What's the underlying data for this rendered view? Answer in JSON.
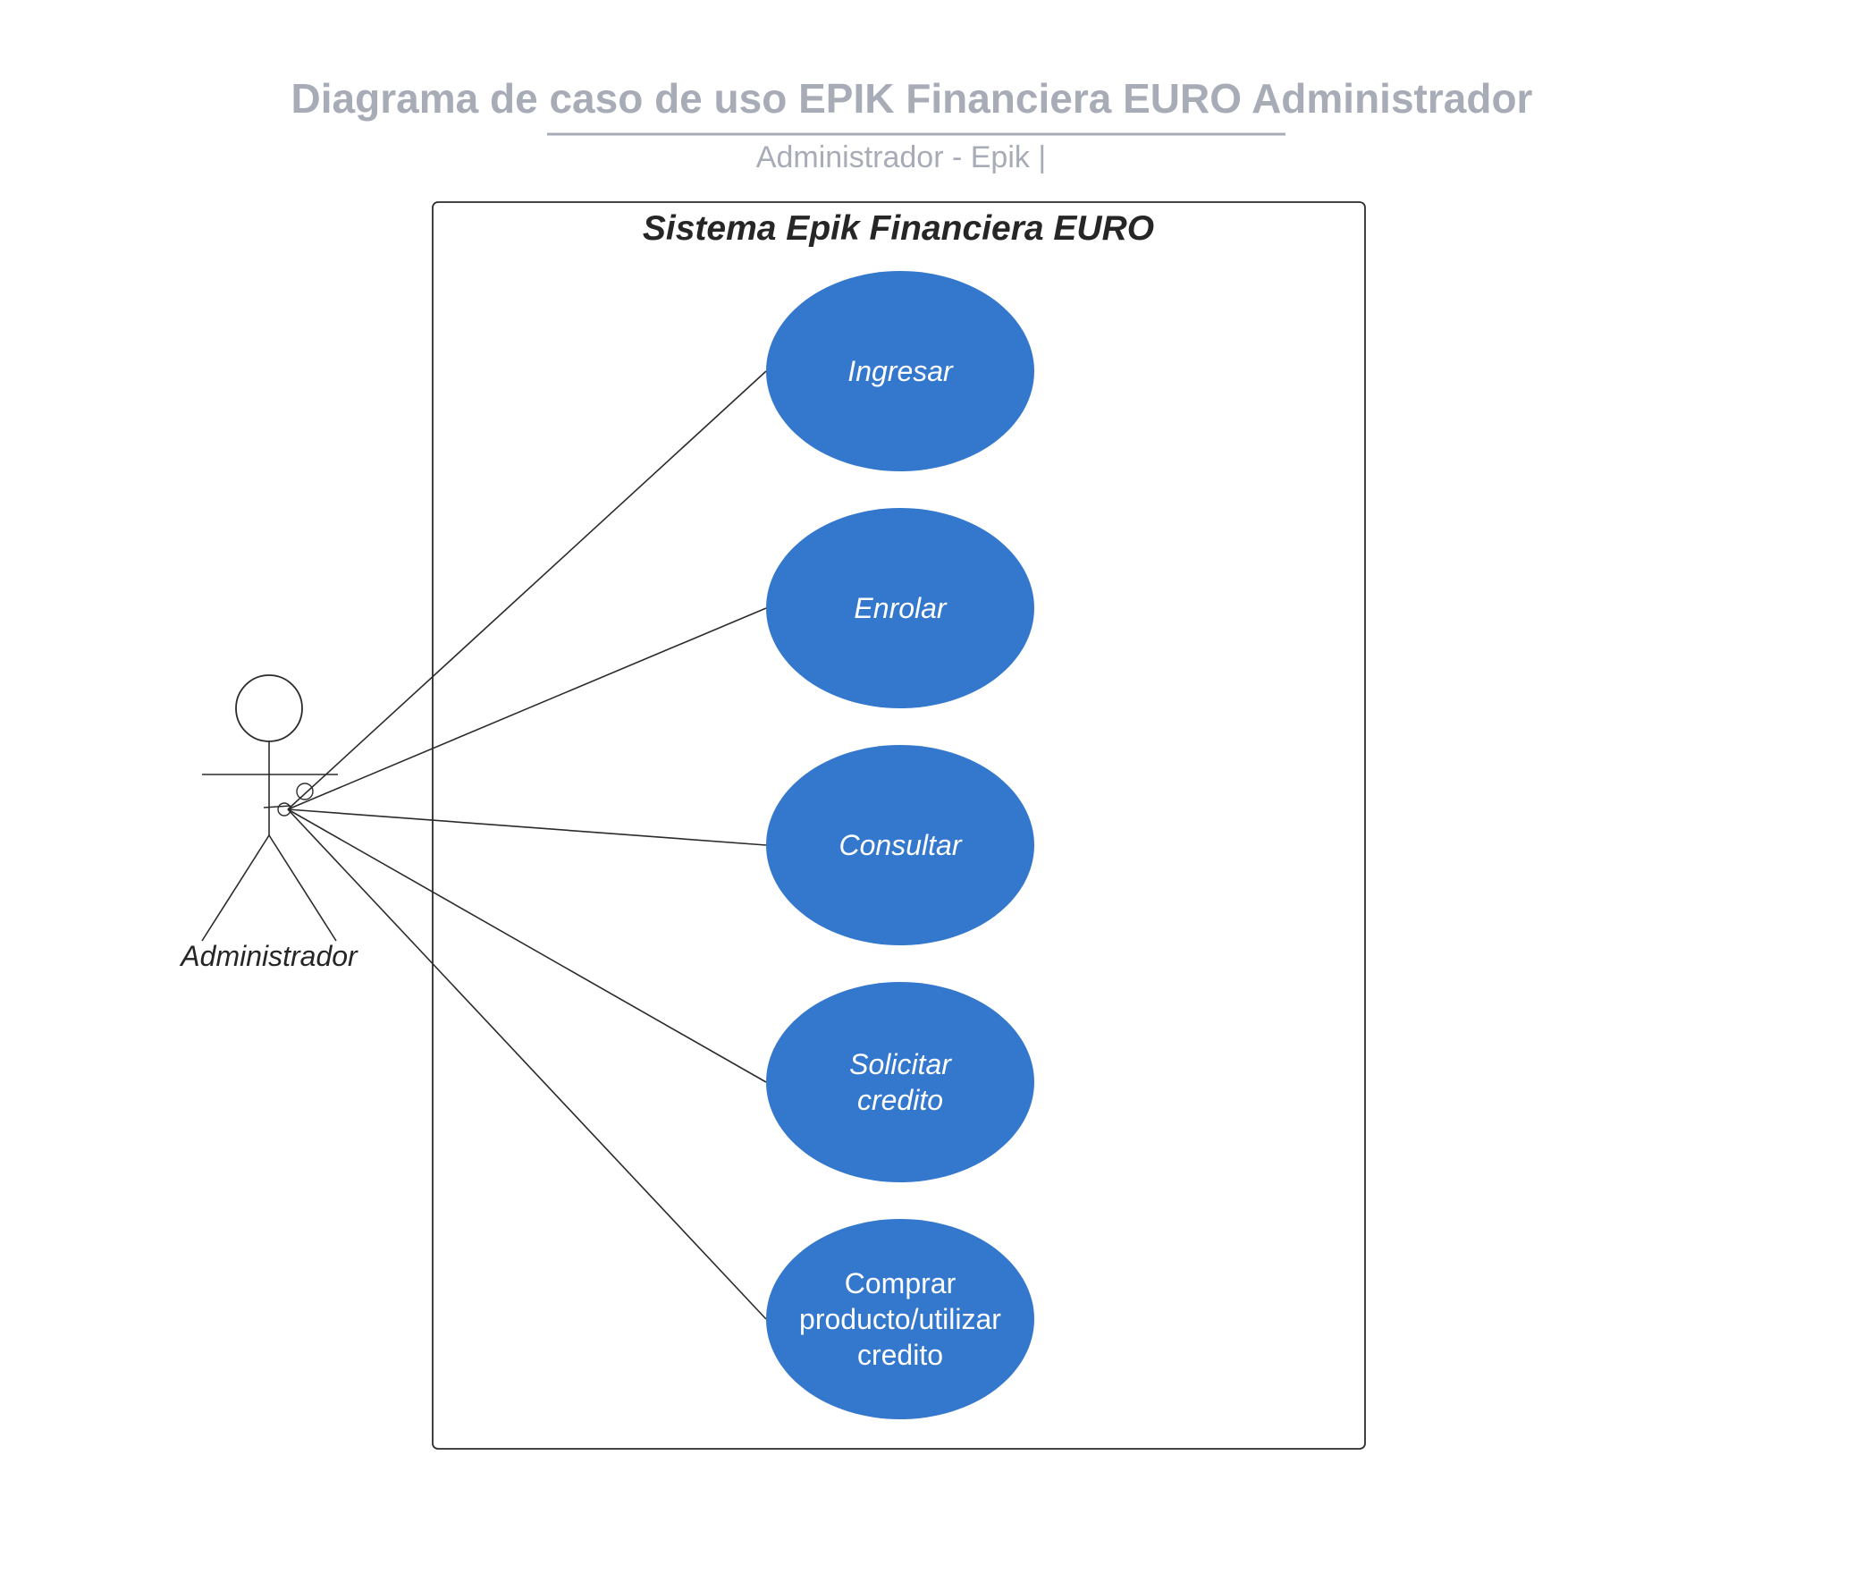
{
  "header": {
    "title": "Diagrama de caso de uso EPIK Financiera EURO Administrador",
    "subtitle": "Administrador - Epik  |"
  },
  "system": {
    "title": "Sistema Epik Financiera EURO"
  },
  "actor": {
    "label": "Administrador"
  },
  "use_cases": [
    {
      "lines": [
        "Ingresar"
      ],
      "italic": true
    },
    {
      "lines": [
        "Enrolar"
      ],
      "italic": true
    },
    {
      "lines": [
        "Consultar"
      ],
      "italic": true
    },
    {
      "lines": [
        "Solicitar",
        "credito"
      ],
      "italic": true
    },
    {
      "lines": [
        "Comprar",
        "producto/utilizar",
        "credito"
      ],
      "italic": false
    }
  ],
  "colors": {
    "use_case_fill": "#3478cd",
    "title_text": "#a7acb7",
    "line": "#2b2b2b"
  }
}
